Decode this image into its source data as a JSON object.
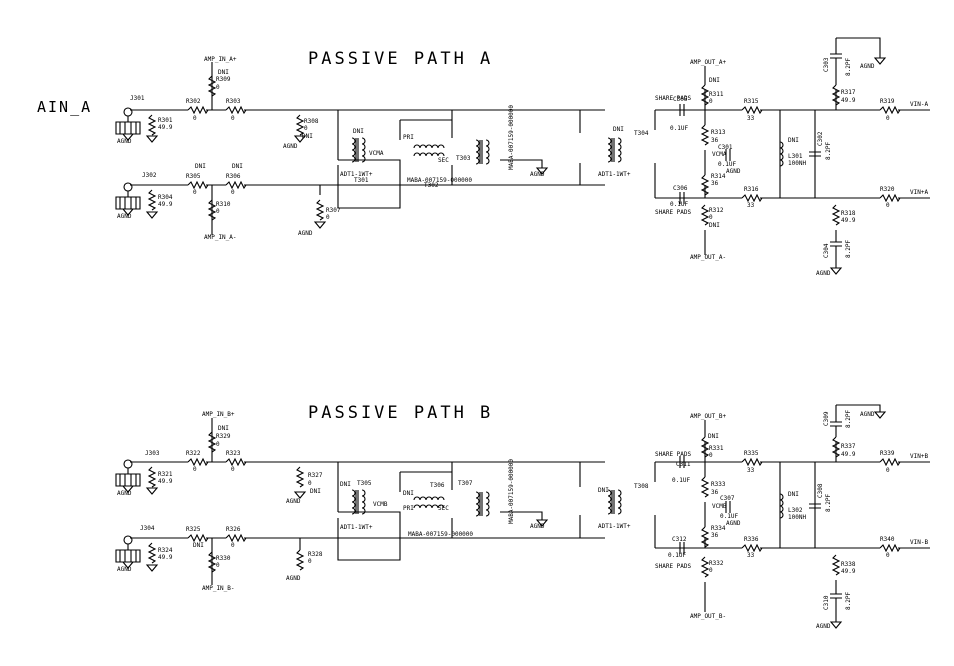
{
  "title_a": "PASSIVE PATH A",
  "title_b": "PASSIVE PATH B",
  "input_a": "AIN_A",
  "colors": {
    "ink": "#000000",
    "paper": "#ffffff"
  },
  "common": {
    "agnd": "AGND",
    "dni": "DNI",
    "zero": "0",
    "r49": "49.9",
    "r33": "33",
    "r36": "36",
    "c01": "0.1UF",
    "c82": "8.2PF",
    "l100": "100NH",
    "share": "SHARE PADS",
    "adt": "ADT1-1WT+",
    "maba": "MABA-007159-000000",
    "vcma": "VCMA",
    "vcmb": "VCMB",
    "pri": "PRI",
    "sec": "SEC"
  },
  "a": {
    "amp_in_p": "AMP_IN_A+",
    "amp_in_n": "AMP_IN_A-",
    "amp_out_p": "AMP_OUT_A+",
    "amp_out_n": "AMP_OUT_A-",
    "vin_p": "VIN+A",
    "vin_n": "VIN-A",
    "J301": "J301",
    "J302": "J302",
    "R301": "R301",
    "R302": "R302",
    "R303": "R303",
    "R304": "R304",
    "R305": "R305",
    "R306": "R306",
    "R307": "R307",
    "R308": "R308",
    "R309": "R309",
    "R310": "R310",
    "R311": "R311",
    "R312": "R312",
    "R313": "R313",
    "R314": "R314",
    "R315": "R315",
    "R316": "R316",
    "R317": "R317",
    "R318": "R318",
    "R319": "R319",
    "R320": "R320",
    "T301": "T301",
    "T302": "T302",
    "T303": "T303",
    "T304": "T304",
    "C301": "C301",
    "C302": "C302",
    "C303": "C303",
    "C304": "C304",
    "C305": "C305",
    "C306": "C306",
    "L301": "L301"
  },
  "b": {
    "amp_in_p": "AMP_IN_B+",
    "amp_in_n": "AMP_IN_B-",
    "amp_out_p": "AMP_OUT_B+",
    "amp_out_n": "AMP_OUT_B-",
    "vin_p": "VIN+B",
    "vin_n": "VIN-B",
    "J303": "J303",
    "J304": "J304",
    "R321": "R321",
    "R322": "R322",
    "R323": "R323",
    "R324": "R324",
    "R325": "R325",
    "R326": "R326",
    "R327": "R327",
    "R328": "R328",
    "R329": "R329",
    "R330": "R330",
    "R331": "R331",
    "R332": "R332",
    "R333": "R333",
    "R334": "R334",
    "R335": "R335",
    "R336": "R336",
    "R337": "R337",
    "R338": "R338",
    "R339": "R339",
    "R340": "R340",
    "T305": "T305",
    "T306": "T306",
    "T307": "T307",
    "T308": "T308",
    "C307": "C307",
    "C308": "C308",
    "C309": "C309",
    "C310": "C310",
    "C311": "C311",
    "C312": "C312",
    "L302": "L302"
  }
}
